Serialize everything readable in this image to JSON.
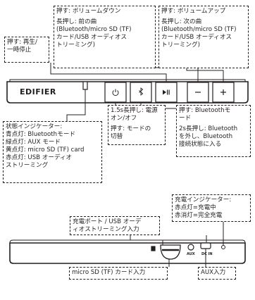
{
  "top_panel": {
    "vol_down": {
      "line1": "押す: ボリュームダウン",
      "line2": "長押し: 前の曲",
      "line3": "(Bluetooth/micro SD (TF)",
      "line4": "カード/USB オーディオス",
      "line5": "トリーミング)"
    },
    "vol_up": {
      "line1": "押す: ボリュームアップ",
      "line2": "長押し: 次の曲",
      "line3": "(Bluetooth/micro SD (TF)",
      "line4": "カード/USB オーディオス",
      "line5": "トリーミング)"
    },
    "play_pause": {
      "line1": "押す: 再生/",
      "line2": "一時停止"
    },
    "brand": "EDIFIER",
    "status_indicator": {
      "line1": "状態インジケーター:",
      "line2": "青点灯: Bluetoothモード",
      "line3": "緑点灯: AUX モード",
      "line4": "黄点灯: micro SD (TF) card",
      "line5": "赤点灯: USB オーディオ",
      "line6": "ストリーミング"
    },
    "power_button": {
      "line1": "1.5s長押し: 電源",
      "line2": "オン/オフ",
      "line3": "押す: モードの",
      "line4": "切替"
    },
    "bluetooth_button": {
      "line1": "押す: Bluetoothモ",
      "line2": "ード",
      "line3": "2s長押し: Bluetooth",
      "line4": "を外し、Bluetooth",
      "line5": "接続状態に入る"
    }
  },
  "bottom_panel": {
    "charge_indicator": {
      "line1": "充電インジケーター:",
      "line2": "赤点灯=充電中",
      "line3": "赤消灯=完全充電"
    },
    "charge_port": {
      "line1": "充電ポート / USB オーデ",
      "line2": "ィオストリーミング入力"
    },
    "aux_jack_label": "AUX",
    "dcin_label": "DC IN",
    "micro_sd": "micro SD (TF) カード入力",
    "aux_input": "AUX入力"
  }
}
